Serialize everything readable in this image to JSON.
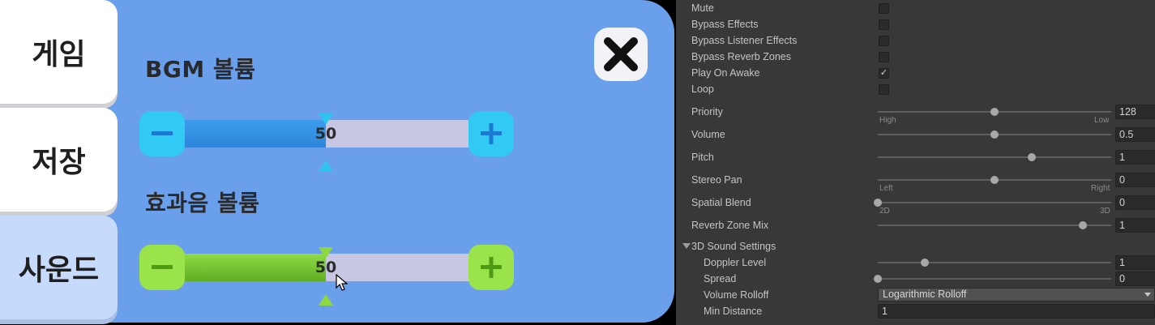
{
  "game": {
    "tabs": [
      {
        "label": "게임",
        "active": false
      },
      {
        "label": "저장",
        "active": false
      },
      {
        "label": "사운드",
        "active": true
      }
    ],
    "bgm": {
      "title": "BGM 볼륨",
      "value": "50",
      "fraction": 0.5,
      "color": "#2c86db"
    },
    "sfx": {
      "title": "효과음 볼륨",
      "value": "50",
      "fraction": 0.5,
      "color": "#5fae22"
    },
    "close_icon": "close-x-icon",
    "minus_icon": "minus-icon",
    "plus_icon": "plus-icon"
  },
  "inspector": {
    "mute": {
      "label": "Mute",
      "checked": false
    },
    "bypass_effects": {
      "label": "Bypass Effects",
      "checked": false
    },
    "bypass_listener": {
      "label": "Bypass Listener Effects",
      "checked": false
    },
    "bypass_reverb": {
      "label": "Bypass Reverb Zones",
      "checked": false
    },
    "play_on_awake": {
      "label": "Play On Awake",
      "checked": true,
      "mark": "✓"
    },
    "loop": {
      "label": "Loop",
      "checked": false
    },
    "priority": {
      "label": "Priority",
      "value": "128",
      "fraction": 0.5,
      "min_caption": "High",
      "max_caption": "Low"
    },
    "volume": {
      "label": "Volume",
      "value": "0.5",
      "fraction": 0.5
    },
    "pitch": {
      "label": "Pitch",
      "value": "1",
      "fraction": 0.66
    },
    "stereo_pan": {
      "label": "Stereo Pan",
      "value": "0",
      "fraction": 0.5,
      "min_caption": "Left",
      "max_caption": "Right"
    },
    "spatial_blend": {
      "label": "Spatial Blend",
      "value": "0",
      "fraction": 0.0,
      "min_caption": "2D",
      "max_caption": "3D"
    },
    "reverb_zone_mix": {
      "label": "Reverb Zone Mix",
      "value": "1",
      "fraction": 0.88
    },
    "sound_3d": {
      "label": "3D Sound Settings",
      "expanded": true
    },
    "doppler": {
      "label": "Doppler Level",
      "value": "1",
      "fraction": 0.2
    },
    "spread": {
      "label": "Spread",
      "value": "0",
      "fraction": 0.0
    },
    "volume_rolloff": {
      "label": "Volume Rolloff",
      "value": "Logarithmic Rolloff"
    },
    "min_distance": {
      "label": "Min Distance",
      "value": "1"
    }
  }
}
